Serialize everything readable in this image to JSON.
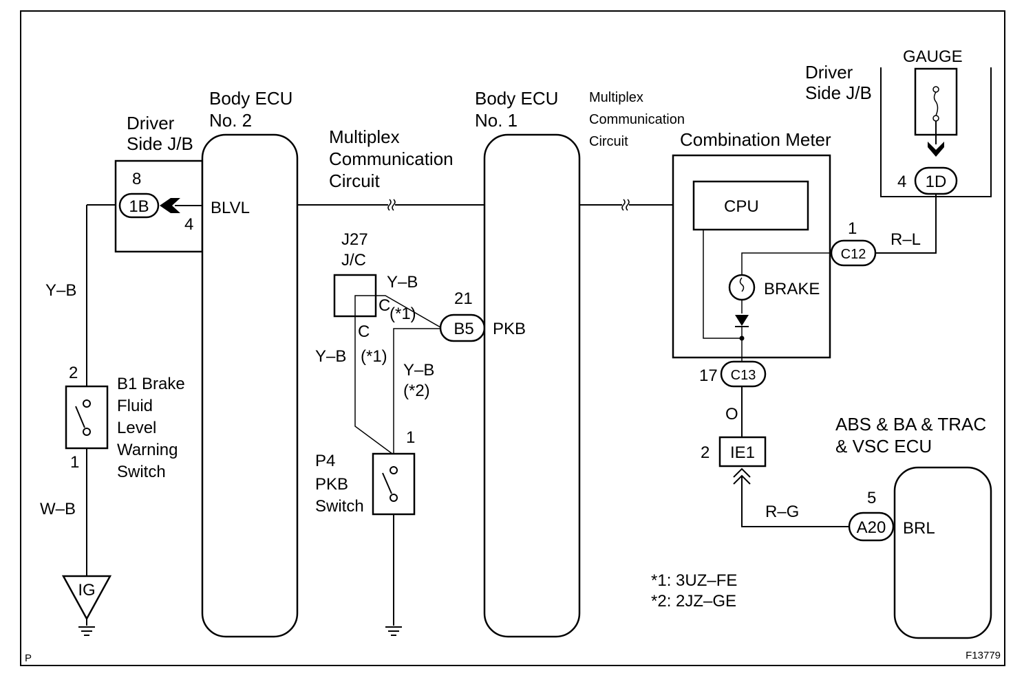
{
  "labels": {
    "driver_jb_left": [
      "Driver",
      "Side J/B"
    ],
    "body_ecu2": [
      "Body  ECU",
      "No. 2"
    ],
    "body_ecu1": [
      "Body  ECU",
      "No. 1"
    ],
    "mux_left": [
      "Multiplex",
      "Communication",
      "Circuit"
    ],
    "mux_right": [
      "Multiplex",
      "Communication",
      "Circuit"
    ],
    "combination_meter": "Combination Meter",
    "driver_jb_right": [
      "Driver",
      "Side J/B"
    ],
    "gauge": "GAUGE",
    "cpu": "CPU",
    "brake": "BRAKE",
    "blvl": "BLVL",
    "pkb": "PKB",
    "brl": "BRL",
    "j27": [
      "J27",
      "J/C"
    ],
    "b1_switch": [
      "B1 Brake",
      "Fluid",
      "Level",
      "Warning",
      "Switch"
    ],
    "p4_switch": [
      "P4",
      "PKB",
      "Switch"
    ],
    "abs_ecu": [
      "ABS & BA & TRAC",
      "& VSC ECU"
    ],
    "ig": "IG",
    "notes": [
      "*1: 3UZ–FE",
      "*2: 2JZ–GE"
    ],
    "corner_left": "P",
    "corner_right": "F13779"
  },
  "connectors": {
    "c1B": "1B",
    "cB5": "B5",
    "cC12": "C12",
    "cC13": "C13",
    "cIE1": "IE1",
    "cA20": "A20",
    "c1D": "1D"
  },
  "pins": {
    "p8": "8",
    "p4_blvl": "4",
    "p2_b1": "2",
    "p1_b1": "1",
    "p21": "21",
    "p1_p4": "1",
    "p1_c12": "1",
    "p4_1d": "4",
    "p17": "17",
    "p2_ie1": "2",
    "p5": "5",
    "cC1": "C",
    "cC2": "C"
  },
  "wires": {
    "yb_left": "Y–B",
    "wb": "W–B",
    "yb_top": "Y–B",
    "star1_top": "(*1)",
    "yb_mid": "Y–B",
    "star1_mid": "(*1)",
    "yb_right": "Y–B",
    "star2": "(*2)",
    "rl": "R–L",
    "o": "O",
    "rg": "R–G"
  }
}
